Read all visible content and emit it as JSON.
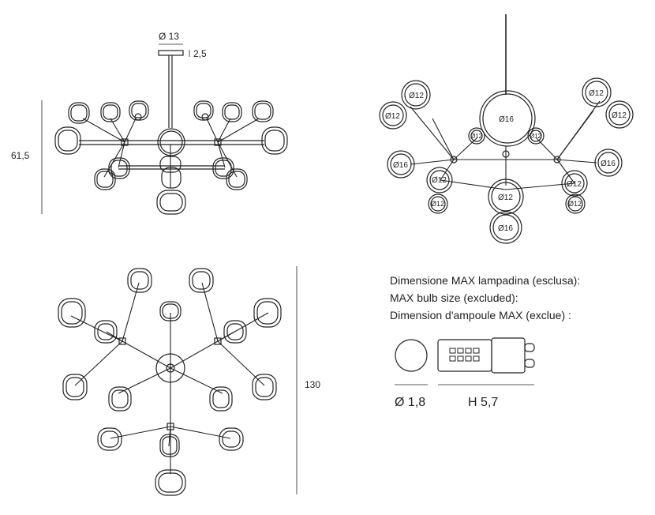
{
  "dimensions": {
    "canopy_diameter": "Ø 13",
    "canopy_height": "2,5",
    "height": "61,5",
    "width": "130"
  },
  "bulb_labels": {
    "d12": "Ø12",
    "d16": "Ø16"
  },
  "spec": {
    "line_it": "Dimensione MAX lampadina (esclusa):",
    "line_en": "MAX bulb size (excluded):",
    "line_fr": "Dimension d'ampoule MAX (exclue) :"
  },
  "bulb": {
    "diameter": "Ø 1,8",
    "height": "H 5,7"
  }
}
